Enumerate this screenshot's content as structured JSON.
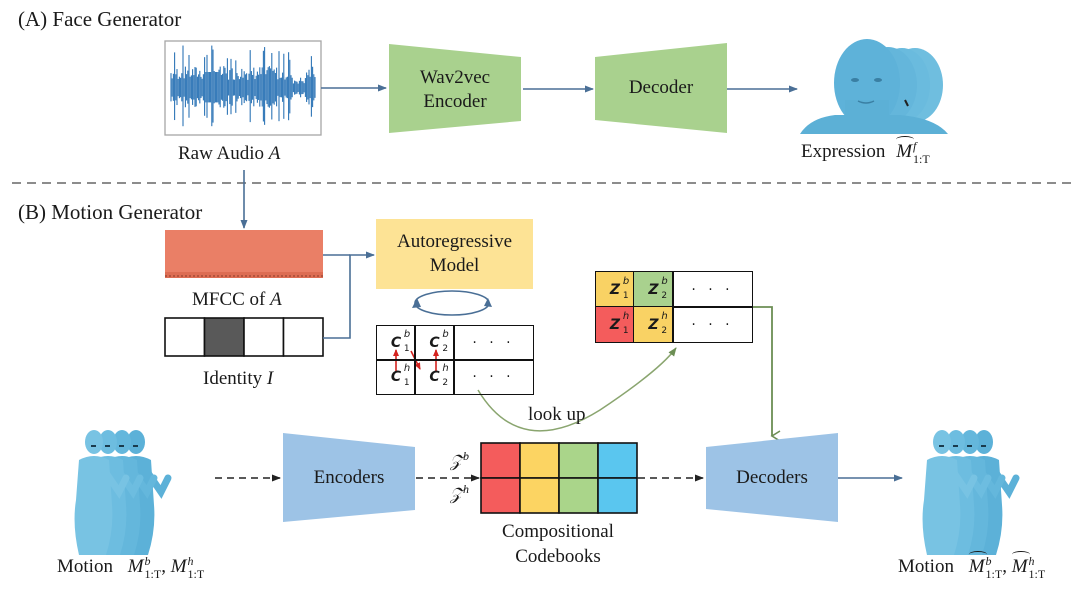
{
  "sections": {
    "a_title": "(A) Face Generator",
    "b_title": "(B) Motion Generator"
  },
  "face_generator": {
    "raw_audio_label": "Raw Audio",
    "raw_audio_var": "A",
    "wav2vec_line1": "Wav2vec",
    "wav2vec_line2": "Encoder",
    "decoder_label": "Decoder",
    "expression_label": "Expression",
    "expression_var": "M",
    "expression_sup": "f",
    "expression_sub": "1:T"
  },
  "motion_generator": {
    "mfcc_label": "MFCC of",
    "mfcc_var": "A",
    "identity_label": "Identity",
    "identity_var": "I",
    "identity_cells": 4,
    "identity_active_index": 1,
    "autoregressive_line1": "Autoregressive",
    "autoregressive_line2": "Model",
    "code_grid": {
      "row_b": [
        {
          "var": "C",
          "sup": "b",
          "sub": "1"
        },
        {
          "var": "C",
          "sup": "b",
          "sub": "2"
        }
      ],
      "row_h": [
        {
          "var": "C",
          "sup": "h",
          "sub": "1"
        },
        {
          "var": "C",
          "sup": "h",
          "sub": "2"
        }
      ],
      "ellipsis": "· · ·"
    },
    "z_grid": {
      "row_b": [
        {
          "var": "Z",
          "sup": "b",
          "sub": "1",
          "color": "#f9d264"
        },
        {
          "var": "Z",
          "sup": "b",
          "sub": "2",
          "color": "#a9d18e"
        }
      ],
      "row_h": [
        {
          "var": "Z",
          "sup": "h",
          "sub": "1",
          "color": "#f45c5c"
        },
        {
          "var": "Z",
          "sup": "h",
          "sub": "2",
          "color": "#f9d264"
        }
      ],
      "ellipsis": "· · ·"
    },
    "look_up_label": "look up",
    "encoders_label": "Encoders",
    "decoders_label": "Decoders",
    "codebook_zb": "𝒵",
    "codebook_zb_sup": "b",
    "codebook_zh": "𝒵",
    "codebook_zh_sup": "h",
    "codebook_colors": [
      "#f45c5c",
      "#fcd462",
      "#aad58a",
      "#5ac6ef"
    ],
    "codebook_line1": "Compositional",
    "codebook_line2": "Codebooks",
    "motion_in_label": "Motion",
    "motion_in_b": {
      "var": "M",
      "sup": "b",
      "sub": "1:T"
    },
    "motion_in_h": {
      "var": "M",
      "sup": "h",
      "sub": "1:T"
    },
    "motion_out_label": "Motion",
    "motion_out_b": {
      "var": "M",
      "sup": "b",
      "sub": "1:T"
    },
    "motion_out_h": {
      "var": "M",
      "sup": "h",
      "sub": "1:T"
    }
  },
  "colors": {
    "green_box": "#a9d18e",
    "blue_box": "#9dc3e6",
    "yellow_box": "#fde395",
    "mfcc": "#ea7f66",
    "arrow_blue": "#4a6f96",
    "arrow_green": "#6c8e54",
    "arrow_red": "#d4231f",
    "waveform": "#2e75b6",
    "figure": "#5cb2d8"
  }
}
